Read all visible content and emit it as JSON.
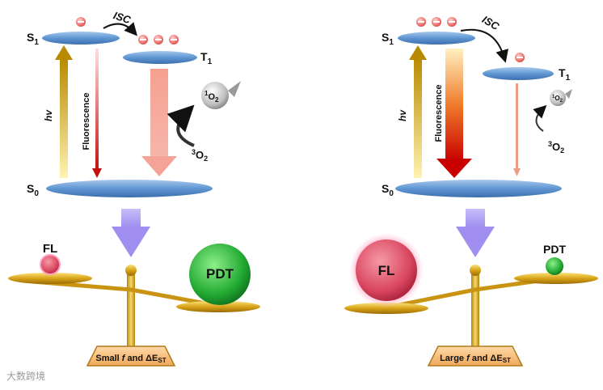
{
  "left_panel": {
    "s1": "S",
    "s1_sub": "1",
    "t1": "T",
    "t1_sub": "1",
    "s0": "S",
    "s0_sub": "0",
    "isc": "ISC",
    "hv": "hv",
    "fluorescence": "Fluorescence",
    "singlet_oxygen": "1O2",
    "triplet_oxygen": "3O2",
    "fl": "FL",
    "pdt": "PDT",
    "base_label": "Small f and ΔEST"
  },
  "right_panel": {
    "s1": "S",
    "s1_sub": "1",
    "t1": "T",
    "t1_sub": "1",
    "s0": "S",
    "s0_sub": "0",
    "isc": "ISC",
    "hv": "hv",
    "fluorescence": "Fluorescence",
    "singlet_oxygen": "1O2",
    "triplet_oxygen": "3O2",
    "fl": "FL",
    "pdt": "PDT",
    "base_label": "Large f and ΔEST"
  },
  "watermark": "大数跨境",
  "colors": {
    "level": "#6fa3d8",
    "excitation": "#d8b000",
    "fluorescence": "#d21a1a",
    "isc_phos": "#f19a8a",
    "down_arrow": "#a99cf2",
    "scale_gold": "#d6a21a",
    "fl_ball": "#e0566c",
    "pdt_ball": "#26b33a"
  }
}
